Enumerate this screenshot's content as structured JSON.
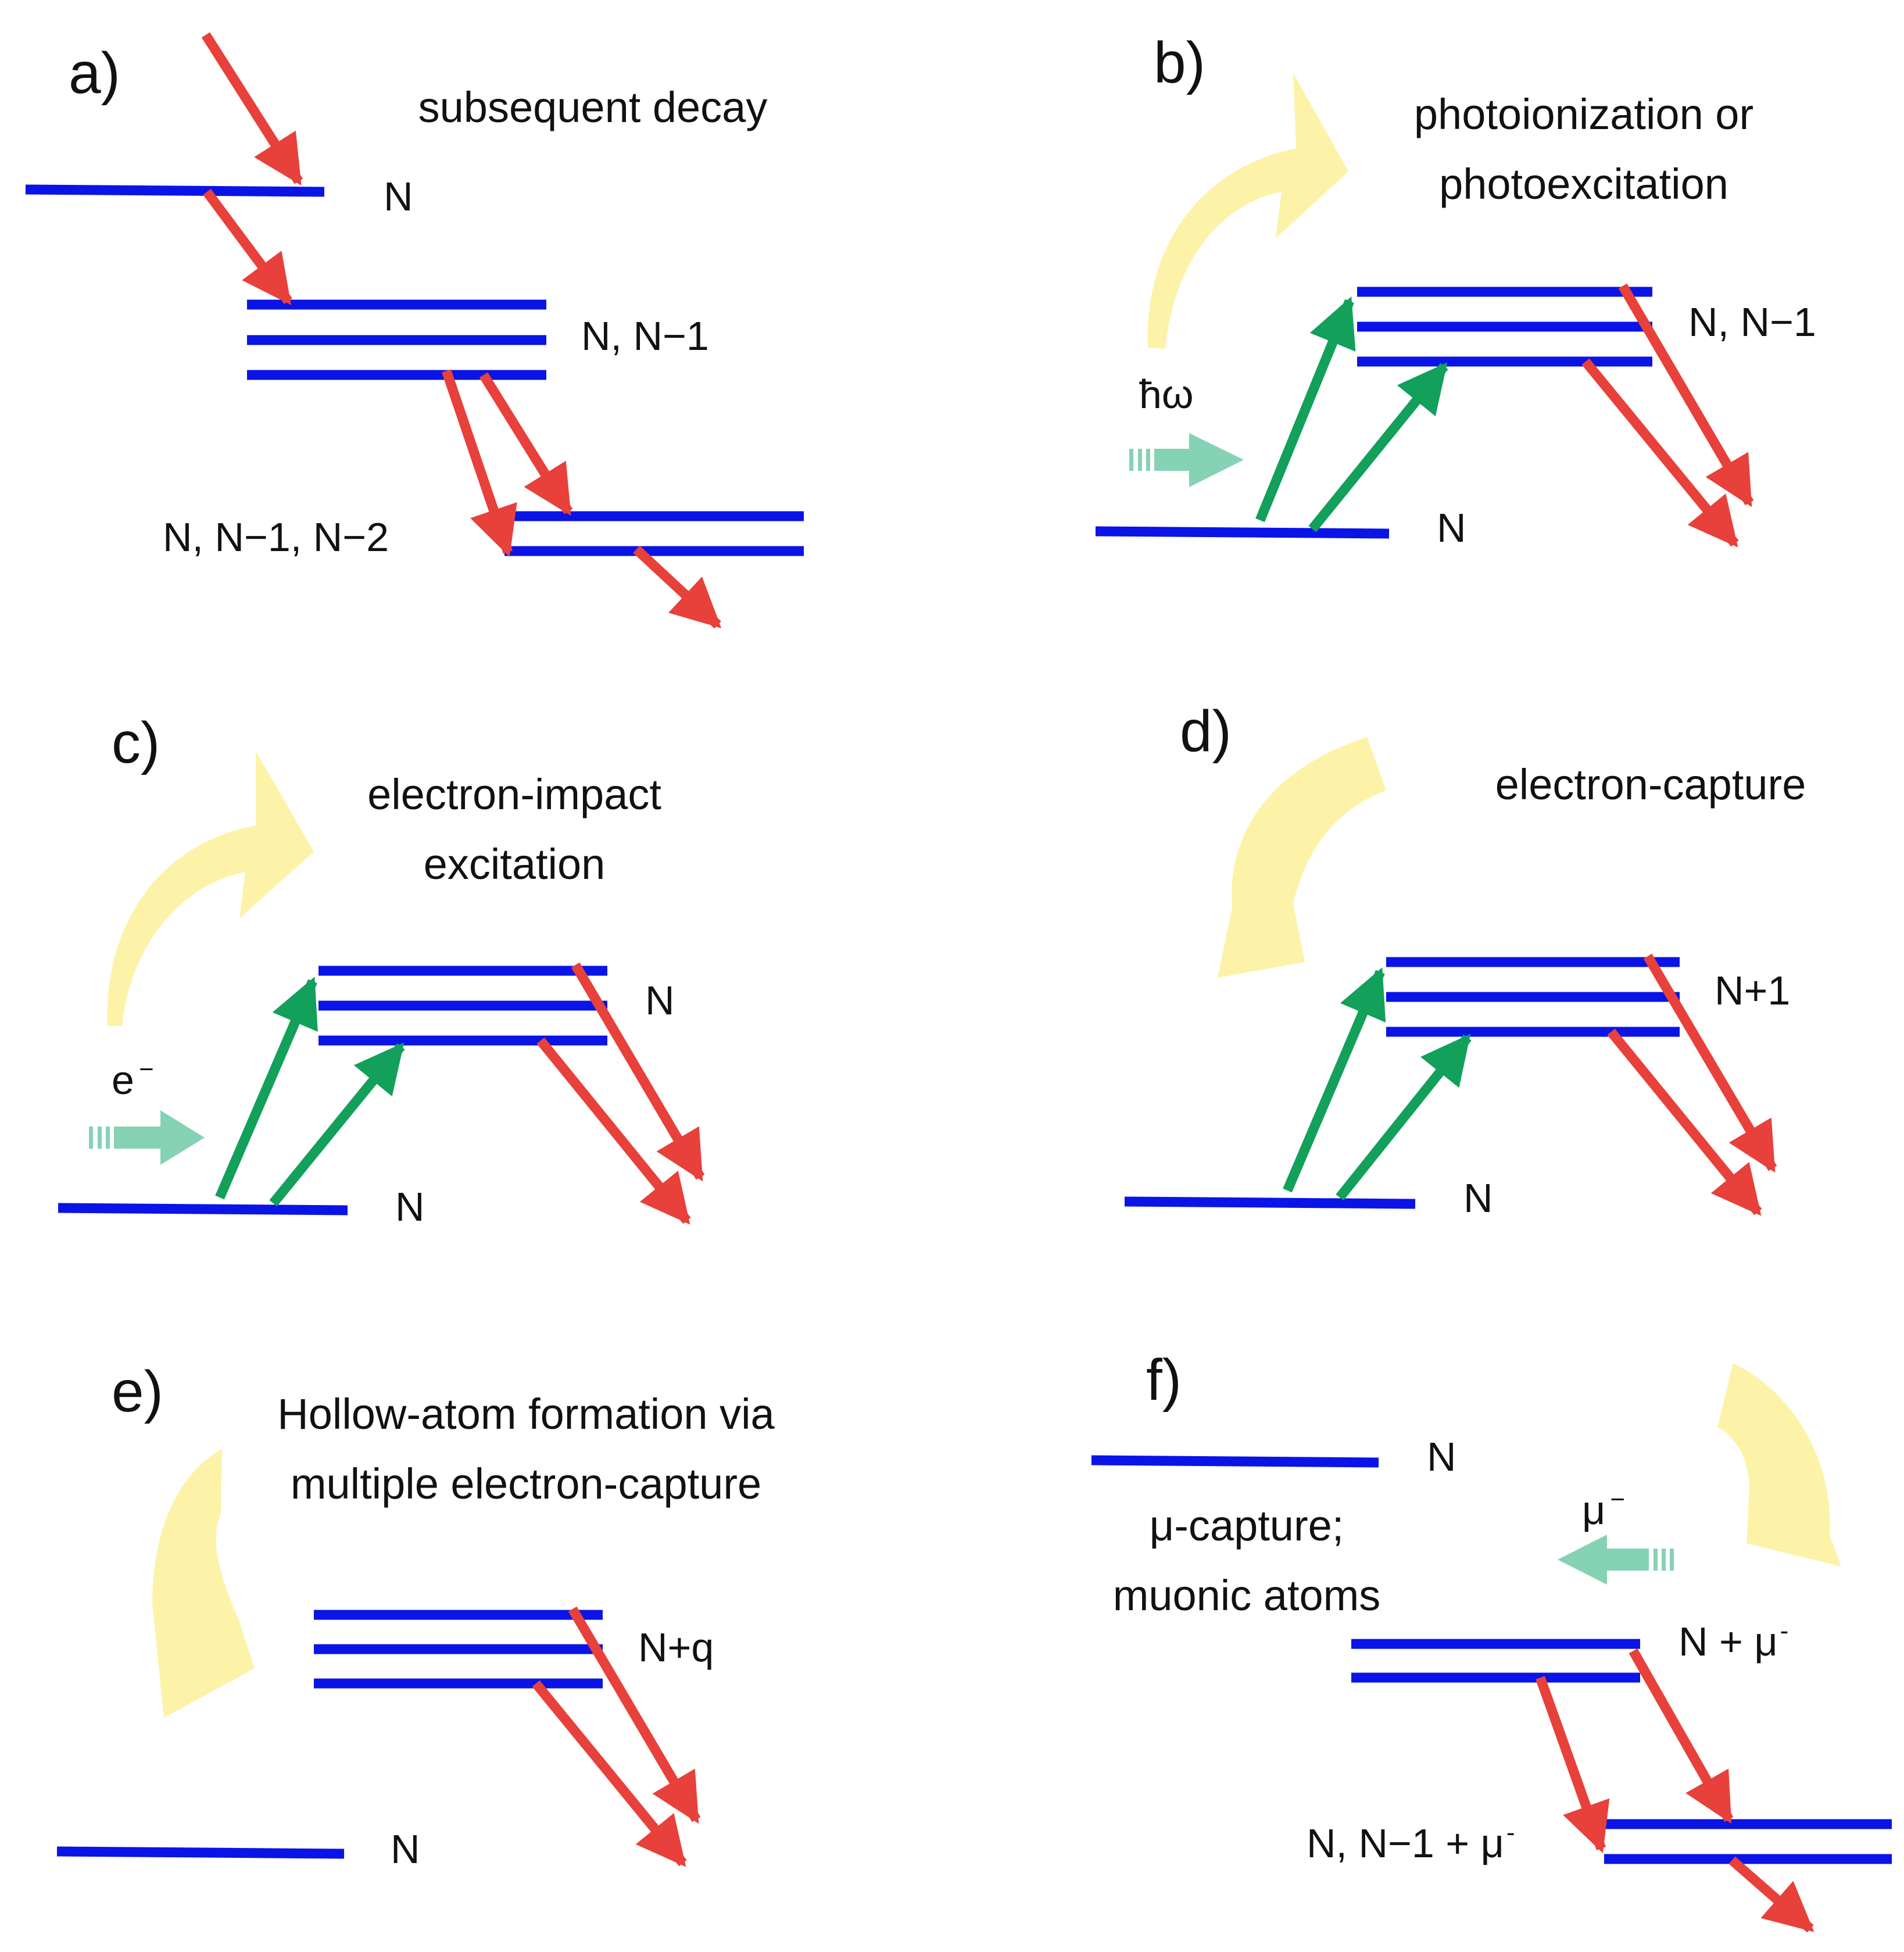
{
  "panels": {
    "a": {
      "label": "a)",
      "title": [
        "subsequent decay"
      ],
      "levels": [
        "N",
        "N, N−1",
        "N, N−1, N−2"
      ]
    },
    "b": {
      "label": "b)",
      "title": [
        "photoionization or",
        "photoexcitation"
      ],
      "projectile": "ħω",
      "levels": [
        "N, N−1",
        "N"
      ]
    },
    "c": {
      "label": "c)",
      "title": [
        "electron-impact",
        "excitation"
      ],
      "projectile_base": "e",
      "projectile_sup": "−",
      "levels": [
        "N",
        "N"
      ]
    },
    "d": {
      "label": "d)",
      "title": [
        "electron-capture"
      ],
      "levels": [
        "N+1",
        "N"
      ]
    },
    "e": {
      "label": "e)",
      "title": [
        "Hollow-atom formation via",
        "multiple electron-capture"
      ],
      "levels": [
        "N+q",
        "N"
      ]
    },
    "f": {
      "label": "f)",
      "title": [
        "μ-capture;",
        "muonic atoms"
      ],
      "projectile_base": "μ",
      "projectile_sup": "−",
      "levels": [
        "N"
      ],
      "level_mu_base": "N + μ",
      "level_mu_sup": "-",
      "level_low_base": "N, N−1 + μ",
      "level_low_sup": "-"
    }
  },
  "colors": {
    "level_line": "#0a14e6",
    "decay_arrow": "#e8403a",
    "excitation_arrow": "#12a05a",
    "projectile_arrow": "#86d2b4",
    "curved_arrow": "#fdf3a8"
  },
  "icons": {
    "curved": "curved-arrow-icon",
    "projectile": "projectile-arrow-icon"
  }
}
